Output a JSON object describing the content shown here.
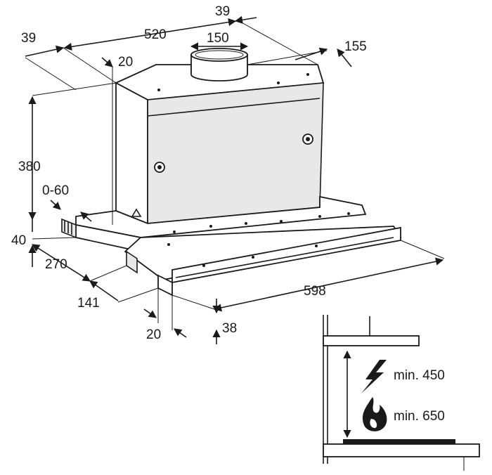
{
  "dimensions": {
    "width_top": "520",
    "left_offset": "39",
    "right_offset": "39",
    "outlet_diameter": "150",
    "outlet_depth": "155",
    "inset_top": "20",
    "height": "380",
    "adjust_range": "0-60",
    "bottom_height": "40",
    "depth": "270",
    "front_depth": "141",
    "front_inset": "20",
    "width_full": "598",
    "visor_height": "38"
  },
  "clearance": {
    "electric_label": "min. 450",
    "gas_label": "min. 650"
  },
  "icons": [
    "lightning-icon",
    "flame-icon"
  ],
  "colors": {
    "line": "#1a1a1a",
    "background": "#ffffff"
  }
}
